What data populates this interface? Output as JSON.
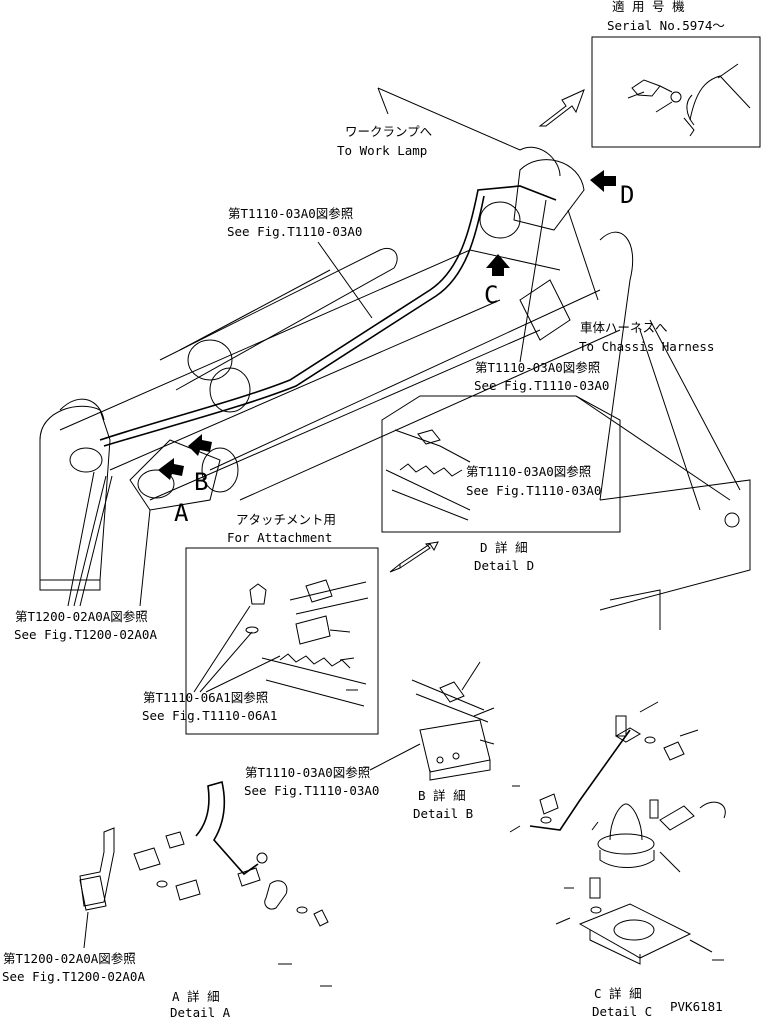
{
  "serial": {
    "jp": "適 用 号 機",
    "en": "Serial No.5974～"
  },
  "work_lamp": {
    "jp": "ワークランプへ",
    "en": "To Work Lamp"
  },
  "chassis": {
    "jp": "車体ハーネスへ",
    "en": "To Chassis Harness"
  },
  "attachment": {
    "jp": "アタッチメント用",
    "en": "For Attachment"
  },
  "ref_t1110_03a0_top": {
    "jp": "第T1110-03A0図参照",
    "en": "See Fig.T1110-03A0"
  },
  "ref_t1110_03a0_right": {
    "jp": "第T1110-03A0図参照",
    "en": "See Fig.T1110-03A0"
  },
  "ref_t1110_03a0_detail_d": {
    "jp": "第T1110-03A0図参照",
    "en": "See Fig.T1110-03A0"
  },
  "ref_t1110_03a0_detail_b": {
    "jp": "第T1110-03A0図参照",
    "en": "See Fig.T1110-03A0"
  },
  "ref_t1200_02a0a_main": {
    "jp": "第T1200-02A0A図参照",
    "en": "See Fig.T1200-02A0A"
  },
  "ref_t1200_02a0a_detail_a": {
    "jp": "第T1200-02A0A図参照",
    "en": "See Fig.T1200-02A0A"
  },
  "ref_t1110_06a1": {
    "jp": "第T1110-06A1図参照",
    "en": "See Fig.T1110-06A1"
  },
  "detail_a": {
    "jp": "A 詳 細",
    "en": "Detail A"
  },
  "detail_b": {
    "jp": "B 詳 細",
    "en": "Detail B"
  },
  "detail_c": {
    "jp": "C 詳 細",
    "en": "Detail C"
  },
  "detail_d": {
    "jp": "D 詳 細",
    "en": "Detail D"
  },
  "markers": {
    "a": "A",
    "b": "B",
    "c": "C",
    "d": "D"
  },
  "drawing_code": "PVK6181"
}
